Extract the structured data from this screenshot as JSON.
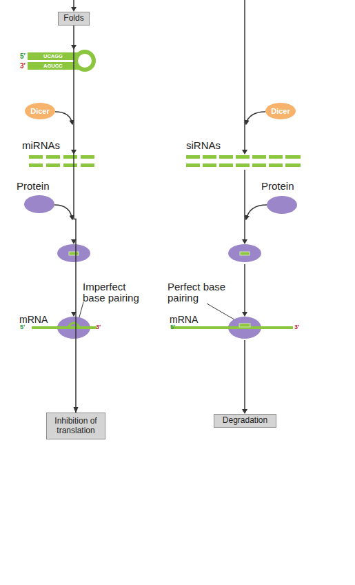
{
  "diagram": {
    "nodes": [
      {
        "text": [
          "Folds"
        ]
      },
      {
        "text": [
          "Dicer"
        ]
      },
      {
        "text": [
          "Dicer"
        ]
      },
      {
        "text": [
          "Protein"
        ]
      },
      {
        "text": [
          "Protein"
        ]
      },
      {
        "text": [
          "Inhibition of translation"
        ]
      },
      {
        "text": [
          "Degradation"
        ]
      }
    ],
    "edges": [
      {
        "from": 0,
        "to": 5,
        "arrow": "to"
      }
    ],
    "labels": [
      "5′",
      "UCAGG",
      "3′",
      "AGUCC",
      "miRNAs",
      "siRNAs",
      "Imperfect base pairing",
      "Perfect base pairing",
      "mRNA",
      "5′",
      "3′",
      "mRNA",
      "5′",
      "3′"
    ]
  }
}
